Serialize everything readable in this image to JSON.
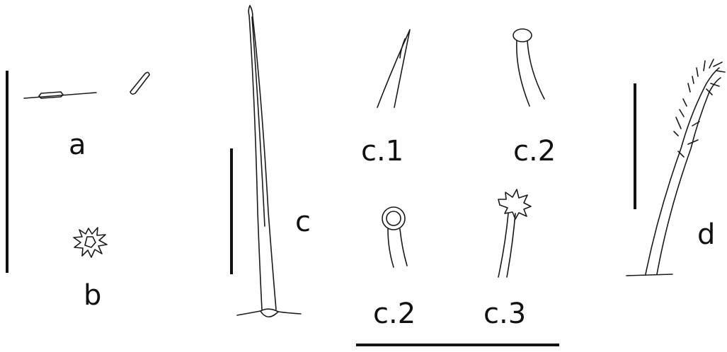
{
  "labels": {
    "a": "a",
    "b": "b",
    "c": "c",
    "c1": "c.1",
    "c2_top": "c.2",
    "c2_bottom": "c.2",
    "c3": "c.3",
    "d": "d"
  },
  "colors": {
    "ink": "#1a1a1a",
    "background": "#ffffff"
  }
}
